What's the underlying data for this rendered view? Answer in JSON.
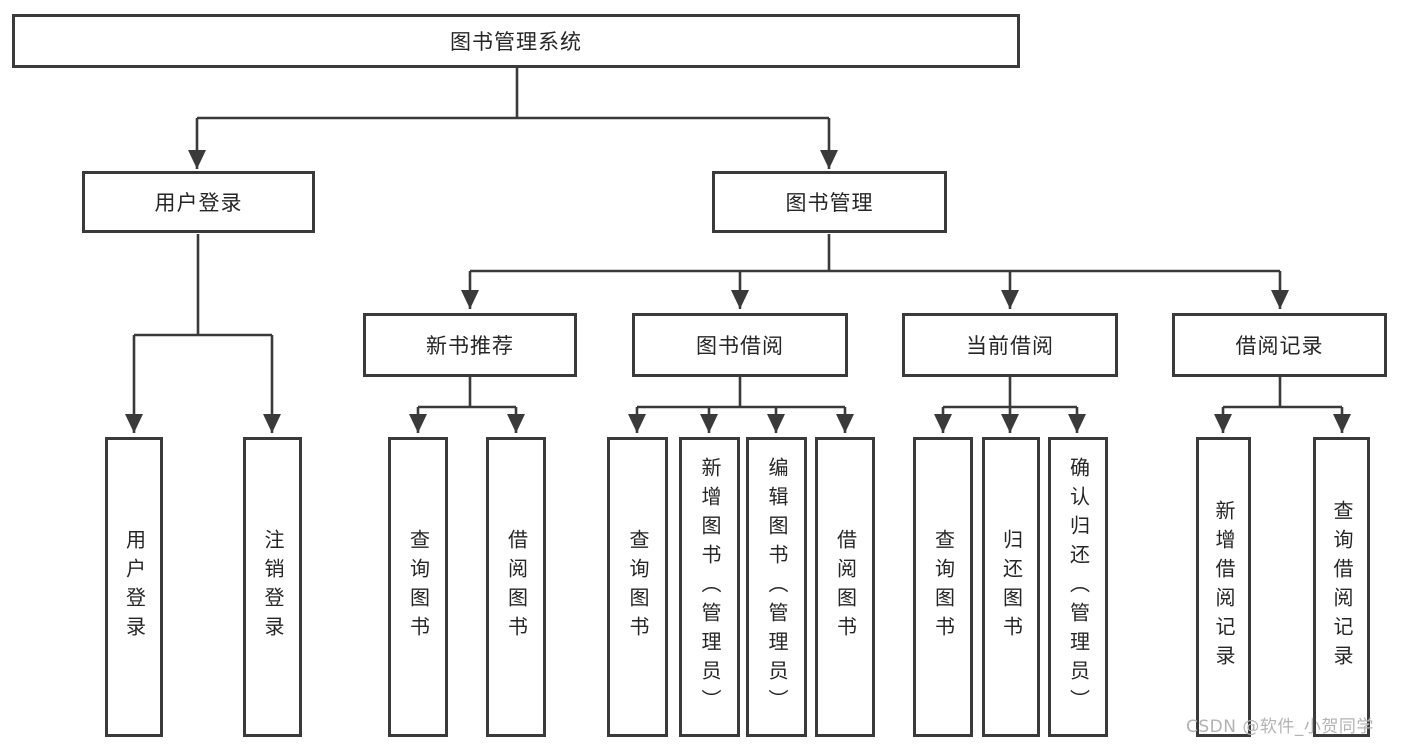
{
  "diagram": {
    "root": {
      "label": "图书管理系统"
    },
    "branches": [
      {
        "label": "用户登录",
        "children": [
          {
            "label": "用户登录"
          },
          {
            "label": "注销登录"
          }
        ]
      },
      {
        "label": "图书管理",
        "children": [
          {
            "label": "新书推荐",
            "children": [
              {
                "label": "查询图书"
              },
              {
                "label": "借阅图书"
              }
            ]
          },
          {
            "label": "图书借阅",
            "children": [
              {
                "label": "查询图书"
              },
              {
                "label": "新增图书（管理员）"
              },
              {
                "label": "编辑图书（管理员）"
              },
              {
                "label": "借阅图书"
              }
            ]
          },
          {
            "label": "当前借阅",
            "children": [
              {
                "label": "查询图书"
              },
              {
                "label": "归还图书"
              },
              {
                "label": "确认归还（管理员）"
              }
            ]
          },
          {
            "label": "借阅记录",
            "children": [
              {
                "label": "新增借阅记录"
              },
              {
                "label": "查询借阅记录"
              }
            ]
          }
        ]
      }
    ]
  },
  "watermark": "CSDN @软件_小贺同学",
  "colors": {
    "line": "#3a3a3a",
    "box_border": "#3a3a3a",
    "box_background": "#ffffff",
    "text": "#262626",
    "watermark": "#b3b3b3"
  }
}
